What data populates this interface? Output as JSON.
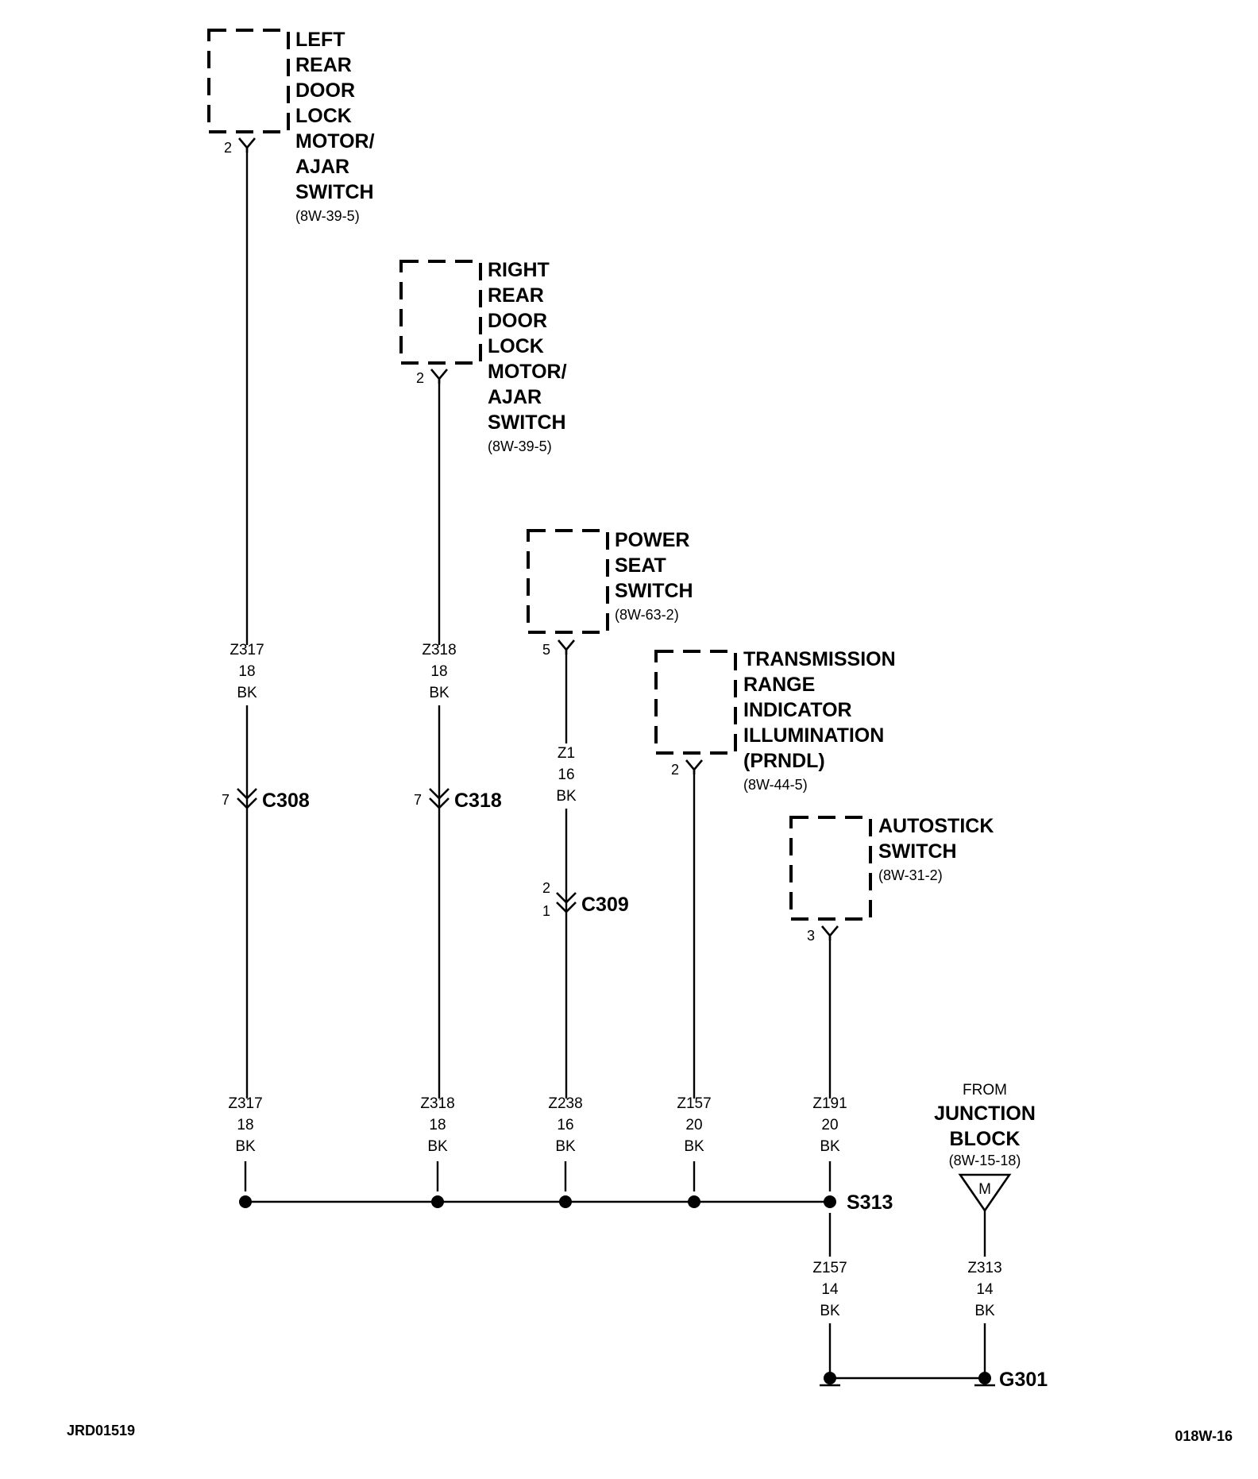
{
  "components": {
    "left_rear_door": {
      "lines": [
        "LEFT",
        "REAR",
        "DOOR",
        "LOCK",
        "MOTOR/",
        "AJAR",
        "SWITCH"
      ],
      "ref": "(8W-39-5)",
      "pin": "2"
    },
    "right_rear_door": {
      "lines": [
        "RIGHT",
        "REAR",
        "DOOR",
        "LOCK",
        "MOTOR/",
        "AJAR",
        "SWITCH"
      ],
      "ref": "(8W-39-5)",
      "pin": "2"
    },
    "power_seat_switch": {
      "lines": [
        "POWER",
        "SEAT",
        "SWITCH"
      ],
      "ref": "(8W-63-2)",
      "pin": "5"
    },
    "transmission_range": {
      "lines": [
        "TRANSMISSION",
        "RANGE",
        "INDICATOR",
        "ILLUMINATION",
        "(PRNDL)"
      ],
      "ref": "(8W-44-5)",
      "pin": "2"
    },
    "autostick_switch": {
      "lines": [
        "AUTOSTICK",
        "SWITCH"
      ],
      "ref": "(8W-31-2)",
      "pin": "3"
    },
    "junction_block": {
      "lines": [
        "FROM",
        "JUNCTION",
        "BLOCK"
      ],
      "ref": "(8W-15-18)",
      "symbol": "M"
    }
  },
  "wires": {
    "w1_top": [
      "Z317",
      "18",
      "BK"
    ],
    "w1_bot": [
      "Z317",
      "18",
      "BK"
    ],
    "w2_top": [
      "Z318",
      "18",
      "BK"
    ],
    "w2_bot": [
      "Z318",
      "18",
      "BK"
    ],
    "w3_top": [
      "Z1",
      "16",
      "BK"
    ],
    "w3_bot": [
      "Z238",
      "16",
      "BK"
    ],
    "w4": [
      "Z157",
      "20",
      "BK"
    ],
    "w5": [
      "Z191",
      "20",
      "BK"
    ],
    "ground_a": [
      "Z157",
      "14",
      "BK"
    ],
    "ground_b": [
      "Z313",
      "14",
      "BK"
    ]
  },
  "connectors": {
    "c308": {
      "name": "C308",
      "pin": "7"
    },
    "c318": {
      "name": "C318",
      "pin": "7"
    },
    "c309": {
      "name": "C309",
      "pin_top": "2",
      "pin_bottom": "1"
    }
  },
  "splice": "S313",
  "ground": "G301",
  "footer": {
    "left": "JRD01519",
    "right": "018W-16"
  }
}
